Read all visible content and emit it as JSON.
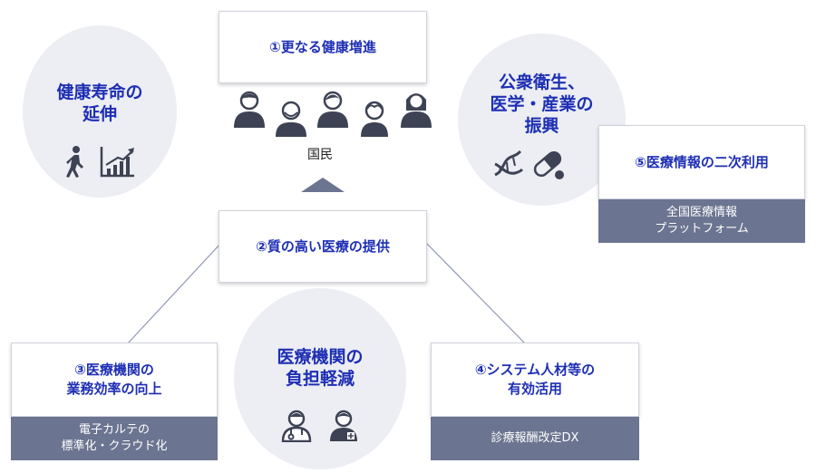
{
  "colors": {
    "accent_text": "#1e2fb4",
    "circle_bg": "#eceef3",
    "band_bg": "#6b7490",
    "icon": "#3d4354"
  },
  "circles": {
    "longevity": {
      "title": "健康寿命の\n延伸",
      "icons": [
        "walking-person-icon",
        "rising-bar-chart-icon"
      ]
    },
    "public_health": {
      "title": "公衆衛生、\n医学・産業の\n振興",
      "icons": [
        "dna-icon",
        "capsule-icon"
      ]
    },
    "burden": {
      "title": "医療機関の\n負担軽減",
      "icons": [
        "doctor-icon",
        "nurse-icon"
      ]
    }
  },
  "nodes": {
    "n1": {
      "label": "①更なる健康増進"
    },
    "people_label": "国民",
    "n2": {
      "label": "②質の高い医療の提供"
    },
    "n3": {
      "label": "③医療機関の\n業務効率の向上",
      "band": "電子カルテの\n標準化・クラウド化"
    },
    "n4": {
      "label": "④システム人材等の\n有効活用",
      "band": "診療報酬改定DX"
    },
    "n5": {
      "label": "⑤医療情報の二次利用",
      "band": "全国医療情報\nプラットフォーム"
    }
  }
}
